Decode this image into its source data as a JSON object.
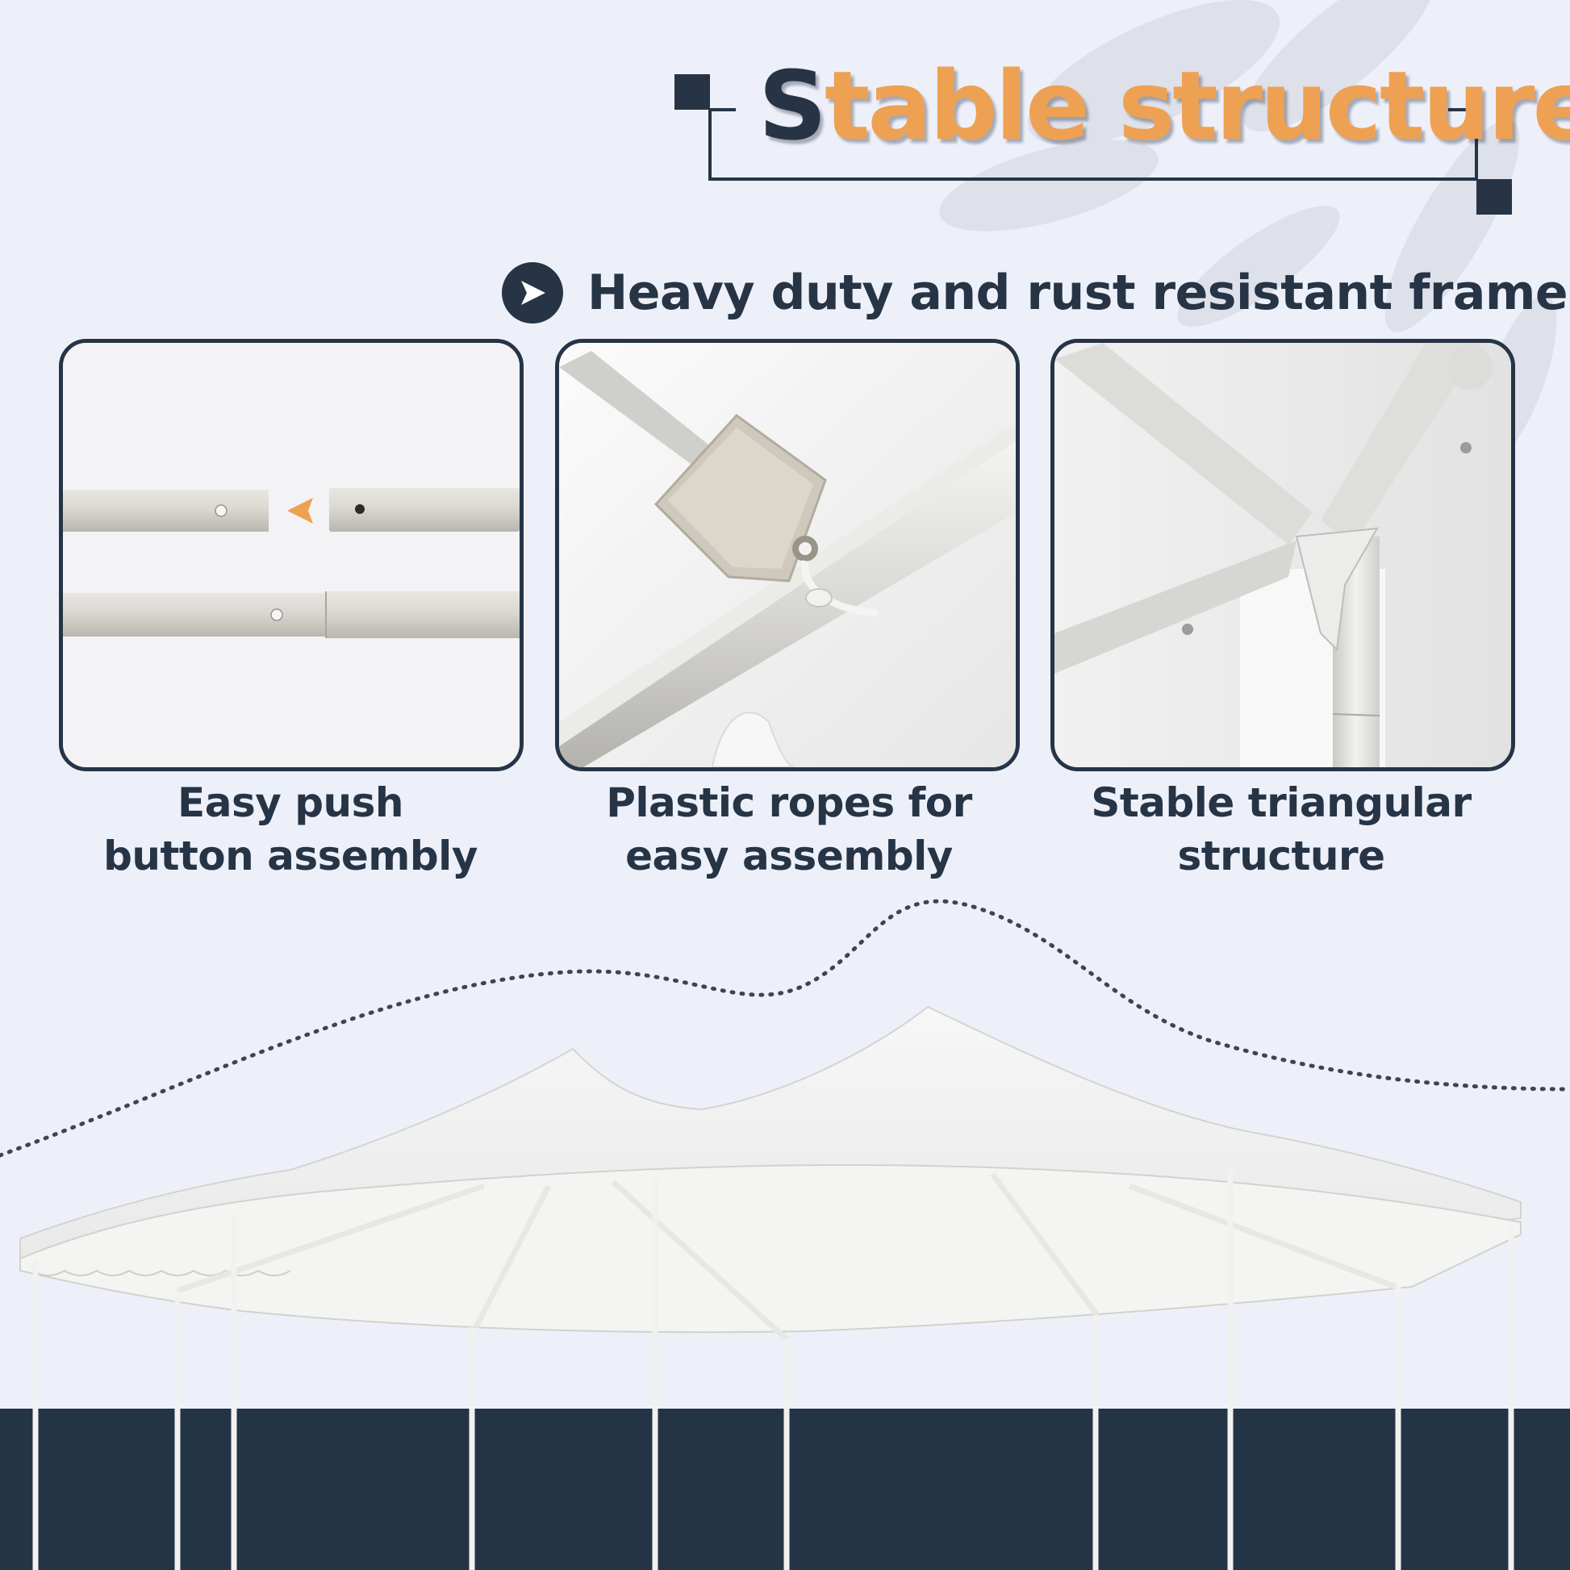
{
  "header": {
    "title_first_letter": "S",
    "title_rest": "table structure",
    "subtitle": "Heavy duty and rust resistant frame",
    "subtitle_icon": "play-arrow-icon"
  },
  "features": [
    {
      "caption_line1": "Easy push",
      "caption_line2": "button assembly",
      "image": "push-button-poles"
    },
    {
      "caption_line1": "Plastic ropes for",
      "caption_line2": "easy assembly",
      "image": "rope-tie-on-pole"
    },
    {
      "caption_line1": "Stable triangular",
      "caption_line2": "structure",
      "image": "triangular-joint"
    }
  ],
  "colors": {
    "navy": "#263446",
    "orange": "#eea152",
    "background": "#eef0f9"
  }
}
